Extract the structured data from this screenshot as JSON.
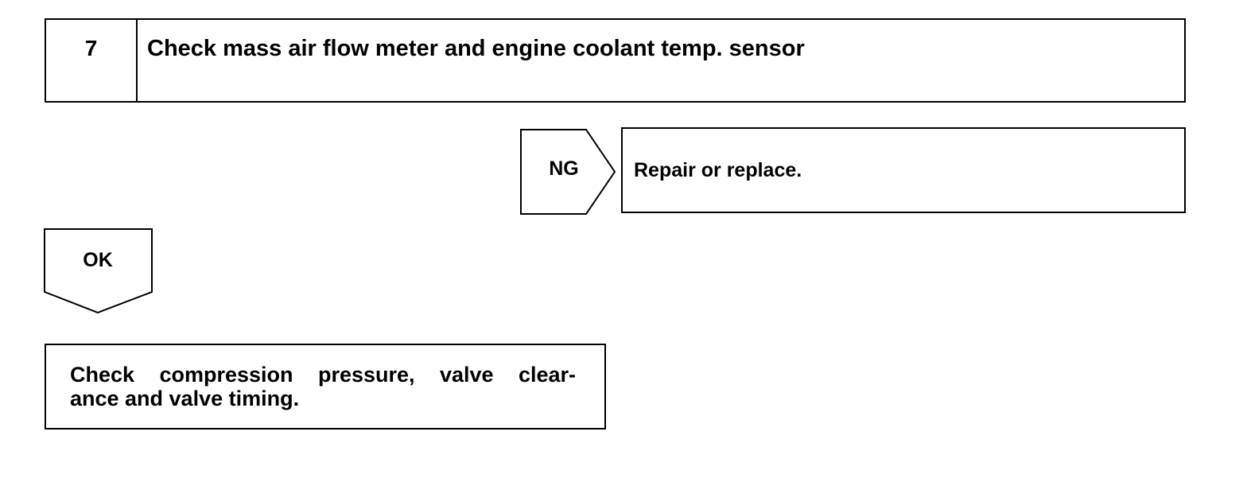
{
  "step": {
    "number": "7",
    "title": "Check mass air flow meter and engine coolant temp. sensor"
  },
  "ng_branch": {
    "tag": "NG",
    "action": "Repair or replace."
  },
  "ok_branch": {
    "tag": "OK"
  },
  "next_step": {
    "line1": "Check compression pressure, valve clear-",
    "line2": "ance and valve timing."
  }
}
